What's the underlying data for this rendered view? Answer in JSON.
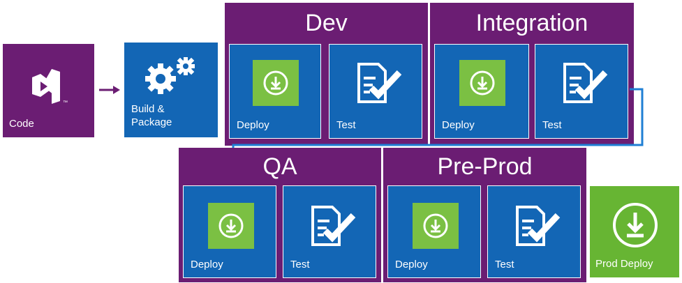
{
  "code": {
    "label": "Code",
    "icon": "visual-studio-icon"
  },
  "build": {
    "label_line1": "Build &",
    "label_line2": "Package",
    "icon": "gears-icon"
  },
  "environments": {
    "dev": {
      "title": "Dev",
      "deploy_label": "Deploy",
      "test_label": "Test"
    },
    "integration": {
      "title": "Integration",
      "deploy_label": "Deploy",
      "test_label": "Test"
    },
    "qa": {
      "title": "QA",
      "deploy_label": "Deploy",
      "test_label": "Test"
    },
    "preprod": {
      "title": "Pre-Prod",
      "deploy_label": "Deploy",
      "test_label": "Test"
    }
  },
  "prod": {
    "label": "Prod Deploy",
    "icon": "download-icon"
  },
  "colors": {
    "environment": "#6b1d73",
    "tile": "#1366b5",
    "deploy": "#7bc043",
    "prod": "#67b533",
    "connector": "#1f7fd4"
  }
}
